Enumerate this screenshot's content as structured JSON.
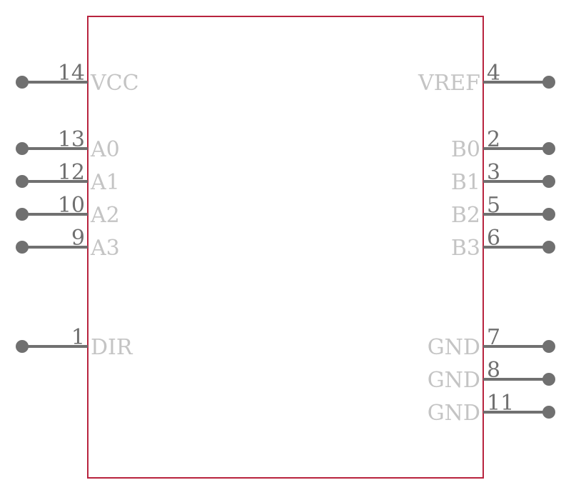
{
  "component": {
    "colors": {
      "outline": "#b8233e",
      "pin": "#707070",
      "pin_number": "#6f6f6f",
      "pin_name": "#c4c4c4",
      "background": "#ffffff"
    },
    "left_pins": [
      {
        "number": "14",
        "name": "VCC"
      },
      {
        "number": "13",
        "name": "A0"
      },
      {
        "number": "12",
        "name": "A1"
      },
      {
        "number": "10",
        "name": "A2"
      },
      {
        "number": "9",
        "name": "A3"
      },
      {
        "number": "1",
        "name": "DIR"
      }
    ],
    "right_pins": [
      {
        "number": "4",
        "name": "VREF"
      },
      {
        "number": "2",
        "name": "B0"
      },
      {
        "number": "3",
        "name": "B1"
      },
      {
        "number": "5",
        "name": "B2"
      },
      {
        "number": "6",
        "name": "B3"
      },
      {
        "number": "7",
        "name": "GND"
      },
      {
        "number": "8",
        "name": "GND"
      },
      {
        "number": "11",
        "name": "GND"
      }
    ]
  }
}
